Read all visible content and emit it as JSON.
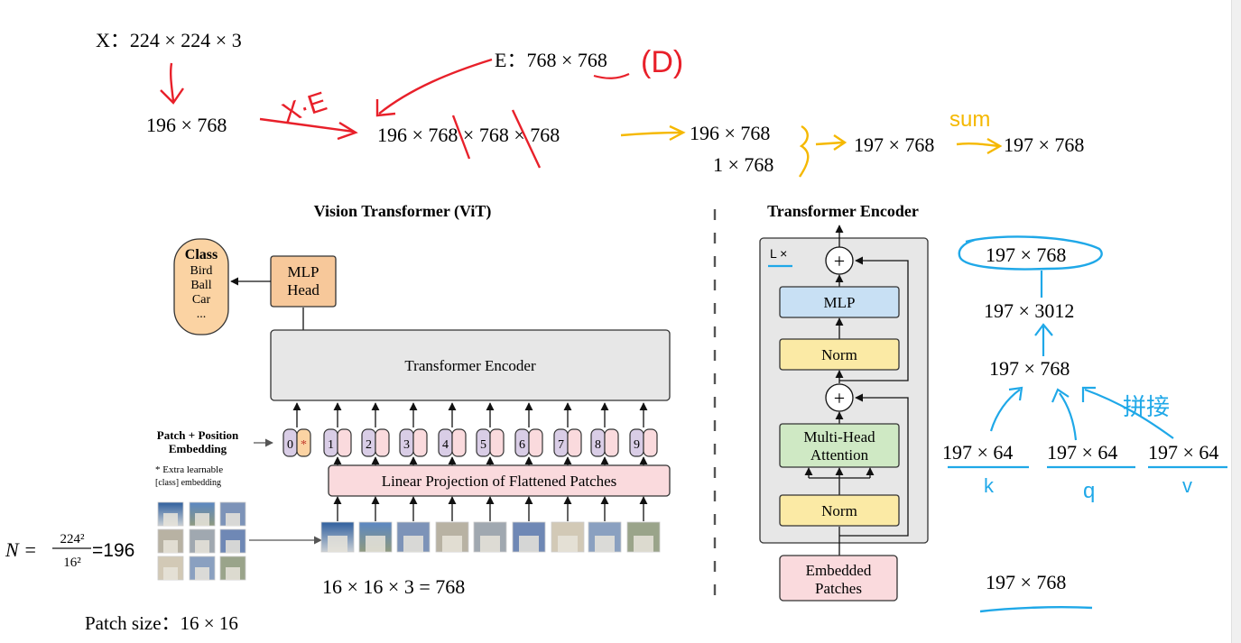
{
  "colors": {
    "red": "#e8202a",
    "yellow": "#f5b800",
    "blue": "#1fa8e8",
    "classFill": "#fbd3a3",
    "headFill": "#f7c89a",
    "encoderFill": "#e7e7e7",
    "linearFill": "#fadadd",
    "tokenFill": "#d9cde6",
    "mlpFill": "#c8e0f4",
    "normFill": "#fbeaa5",
    "attnFill": "#cfe9c4",
    "embedFill": "#fadadd"
  },
  "notes": {
    "x_shape": "X：224 × 224 × 3",
    "patches_shape": "196 × 768",
    "xe_label": "X·E",
    "e_shape": "E：768 × 768",
    "d_label": "(D)",
    "matmul": "196 × 768 × 768 × 768",
    "out1": "196 × 768",
    "cls": "1 × 768",
    "concat": "197 × 768",
    "sum_label": "sum",
    "after_sum": "197 × 768",
    "n_formula_left": "N =",
    "n_num": "224²",
    "n_den": "16²",
    "n_result": "=196",
    "patch_dim": "16 × 16 × 3 = 768",
    "patch_size": "Patch size：16 × 16",
    "enc_out": "197 × 768",
    "mlp_hidden": "197 × 3012",
    "attn_out": "197 × 768",
    "splice_label": "拼接",
    "head_k": "197 × 64",
    "head_q": "197 × 64",
    "head_v": "197 × 64",
    "k_label": "k",
    "q_label": "q",
    "v_label": "v",
    "enc_in": "197 × 768"
  },
  "vit": {
    "title": "Vision Transformer (ViT)",
    "class_box": {
      "title": "Class",
      "items": [
        "Bird",
        "Ball",
        "Car",
        "..."
      ]
    },
    "mlp_head": [
      "MLP",
      "Head"
    ],
    "encoder_label": "Transformer Encoder",
    "patch_pos_label": [
      "Patch + Position",
      "Embedding"
    ],
    "extra_note": [
      "* Extra learnable",
      "[class] embedding"
    ],
    "linear_label": "Linear Projection of Flattened Patches",
    "tokens": [
      "0*",
      "1",
      "2",
      "3",
      "4",
      "5",
      "6",
      "7",
      "8",
      "9"
    ]
  },
  "encoder": {
    "title": "Transformer Encoder",
    "repeat": "L ×",
    "mlp": "MLP",
    "norm_top": "Norm",
    "attention": [
      "Multi-Head",
      "Attention"
    ],
    "norm_bottom": "Norm",
    "plus": "+",
    "embedded": [
      "Embedded",
      "Patches"
    ]
  }
}
